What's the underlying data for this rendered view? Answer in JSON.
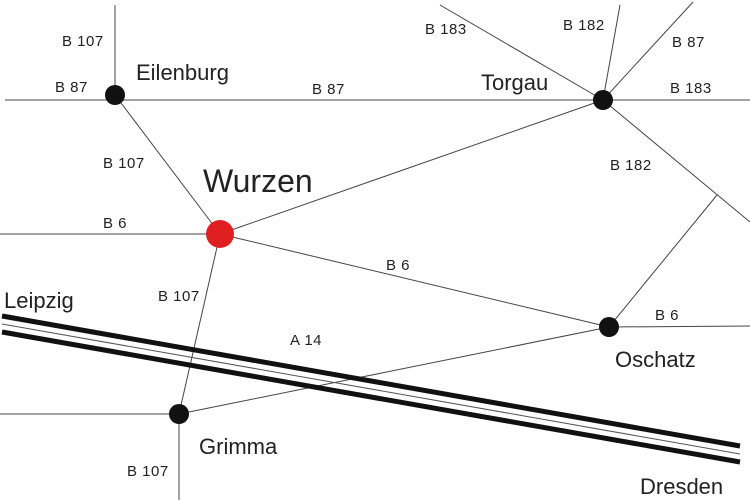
{
  "cities": {
    "eilenburg": "Eilenburg",
    "torgau": "Torgau",
    "wurzen": "Wurzen",
    "oschatz": "Oschatz",
    "grimma": "Grimma",
    "leipzig": "Leipzig",
    "dresden": "Dresden"
  },
  "roads": {
    "b107_top": "B 107",
    "b87_left": "B 87",
    "b87_mid": "B 87",
    "b183_top": "B 183",
    "b182_top": "B 182",
    "b87_right": "B 87",
    "b183_right": "B 183",
    "b107_mid": "B 107",
    "b182_right": "B 182",
    "b6_left": "B 6",
    "b6_mid": "B 6",
    "b6_right": "B 6",
    "b107_low": "B 107",
    "a14": "A 14",
    "b107_bottom": "B 107"
  },
  "colors": {
    "highlight_city": "#e02020",
    "city_dot": "#111111",
    "road": "#444444"
  }
}
